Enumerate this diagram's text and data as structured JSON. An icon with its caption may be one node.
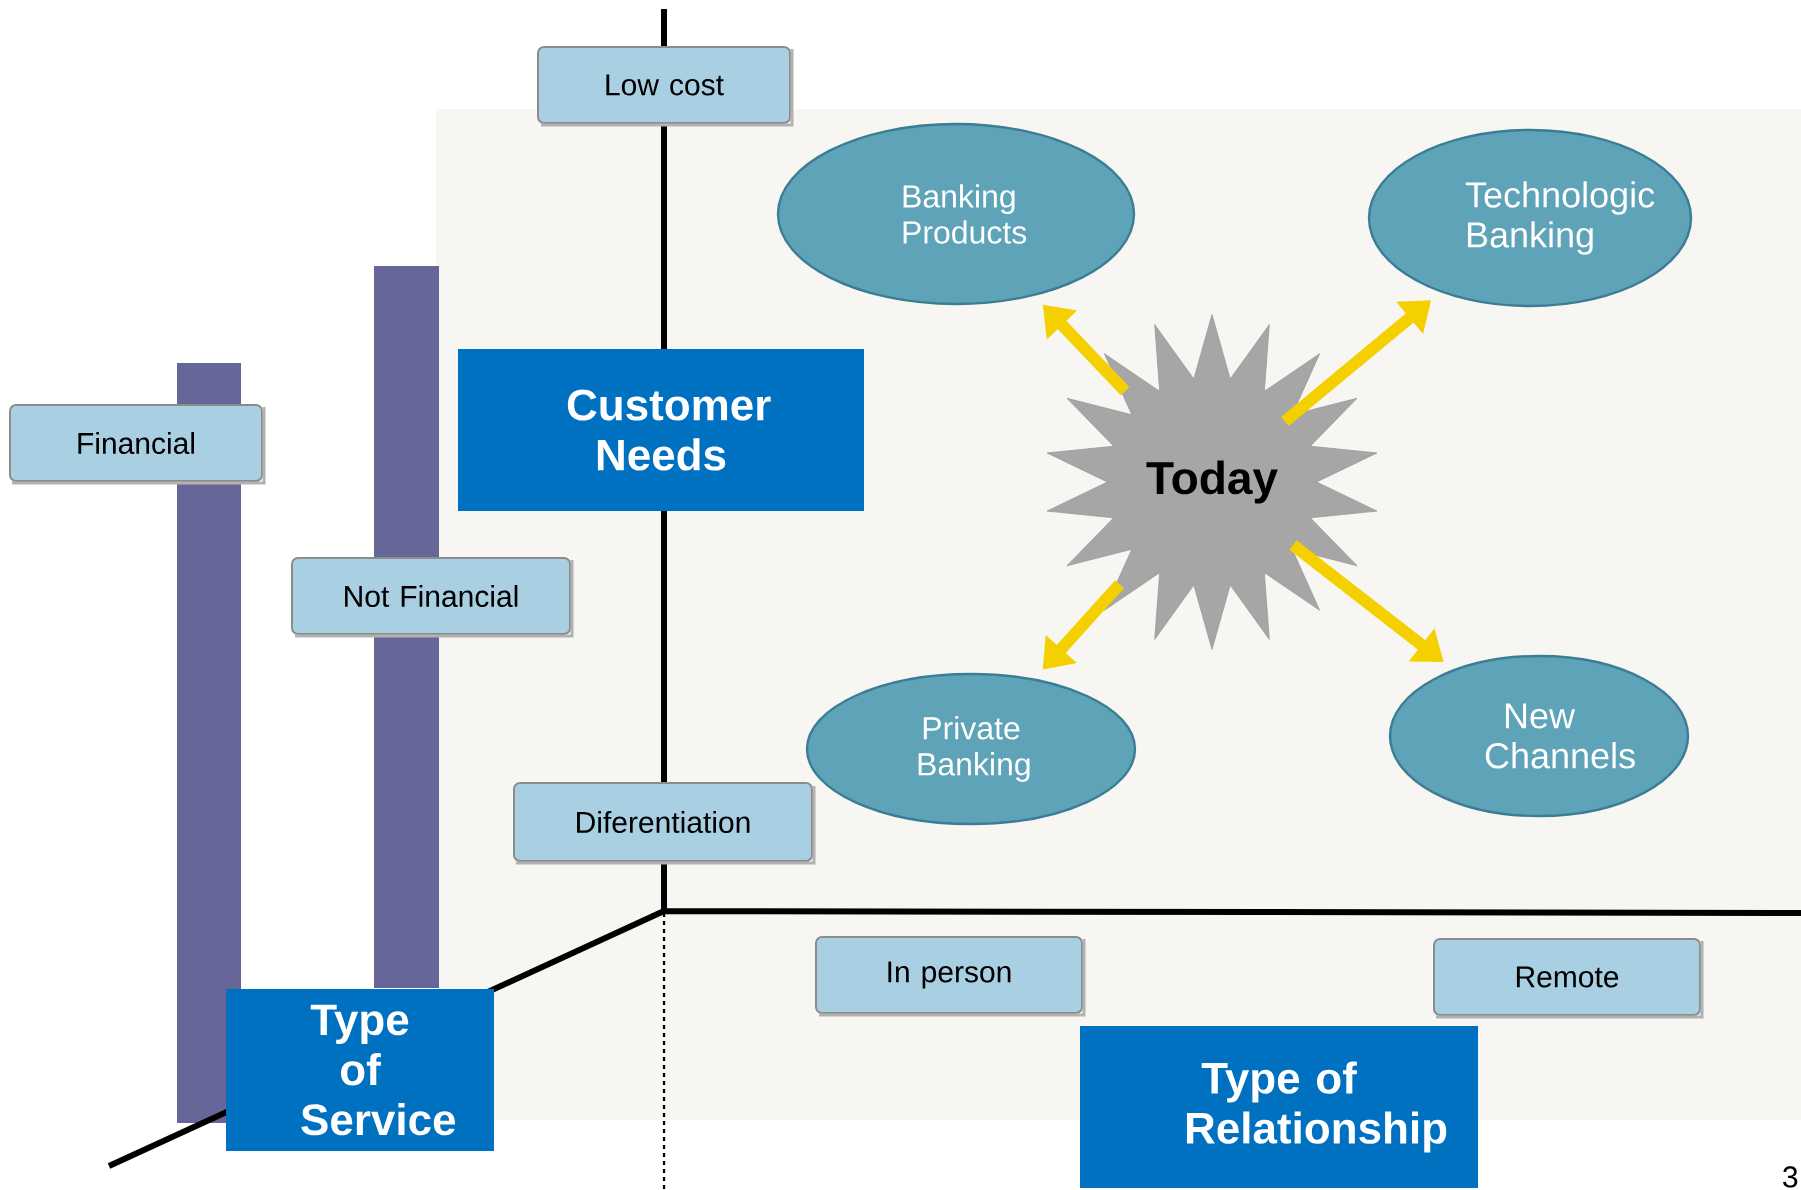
{
  "diagram": {
    "nodes": [
      {
        "text": [
          "Low cost"
        ]
      },
      {
        "text": [
          "Banking Products"
        ]
      },
      {
        "text": [
          "Technologic Banking"
        ]
      },
      {
        "text": [
          "Customer Needs"
        ]
      },
      {
        "text": [
          "Financial"
        ]
      },
      {
        "text": [
          "Today"
        ]
      },
      {
        "text": [
          "Not  Financial"
        ]
      },
      {
        "text": [
          "Private Banking"
        ]
      },
      {
        "text": [
          "New Channels"
        ]
      },
      {
        "text": [
          "Diferentiation"
        ]
      },
      {
        "text": [
          "In person"
        ]
      },
      {
        "text": [
          "Remote"
        ]
      },
      {
        "text": [
          "Type of Service"
        ]
      },
      {
        "text": [
          "Type of Relationship"
        ]
      }
    ],
    "edges": [
      {
        "from": 5,
        "to": 1,
        "arrow": "to"
      },
      {
        "from": 5,
        "to": 2,
        "arrow": "to"
      },
      {
        "from": 5,
        "to": 7,
        "arrow": "to"
      },
      {
        "from": 5,
        "to": 8,
        "arrow": "to"
      }
    ],
    "labels": [
      "3"
    ]
  }
}
